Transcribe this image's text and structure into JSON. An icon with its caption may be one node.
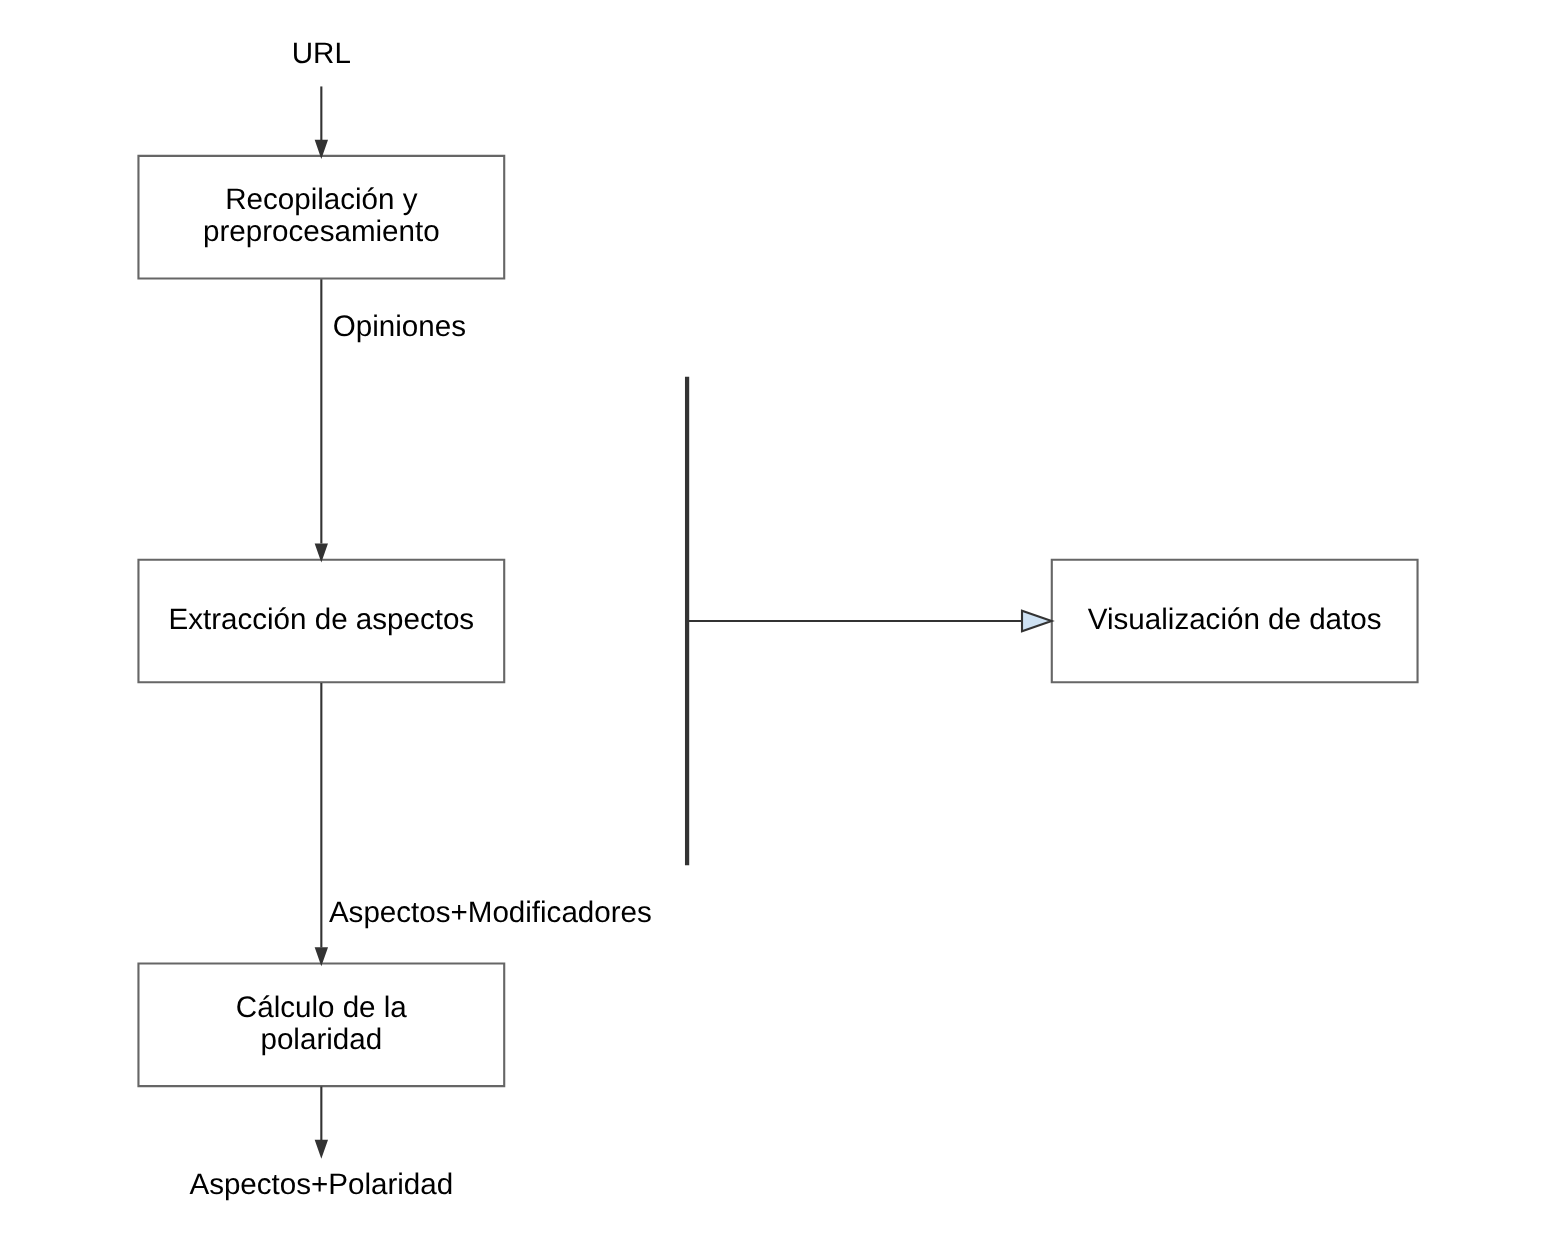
{
  "diagram": {
    "nodes": [
      {
        "text": [
          "URL"
        ]
      },
      {
        "text": [
          "Recopilación y preprocesamiento"
        ]
      },
      {
        "text": [
          "Extracción de aspectos"
        ]
      },
      {
        "text": [
          "Cálculo de la polaridad"
        ]
      },
      {
        "text": [
          "Aspectos+Polaridad"
        ]
      },
      {
        "text": [],
        "shape": "bar"
      },
      {
        "text": [
          "Visualización de datos"
        ]
      }
    ],
    "edges": [
      {
        "from": 0,
        "to": 1,
        "arrow": "to"
      },
      {
        "from": 1,
        "to": 2,
        "arrow": "to",
        "label": "Opiniones"
      },
      {
        "from": 2,
        "to": 3,
        "arrow": "to",
        "label": "Aspectos+Modificadores"
      },
      {
        "from": 3,
        "to": 4,
        "arrow": "to"
      },
      {
        "from": 5,
        "to": 6,
        "arrow": "to"
      }
    ]
  }
}
